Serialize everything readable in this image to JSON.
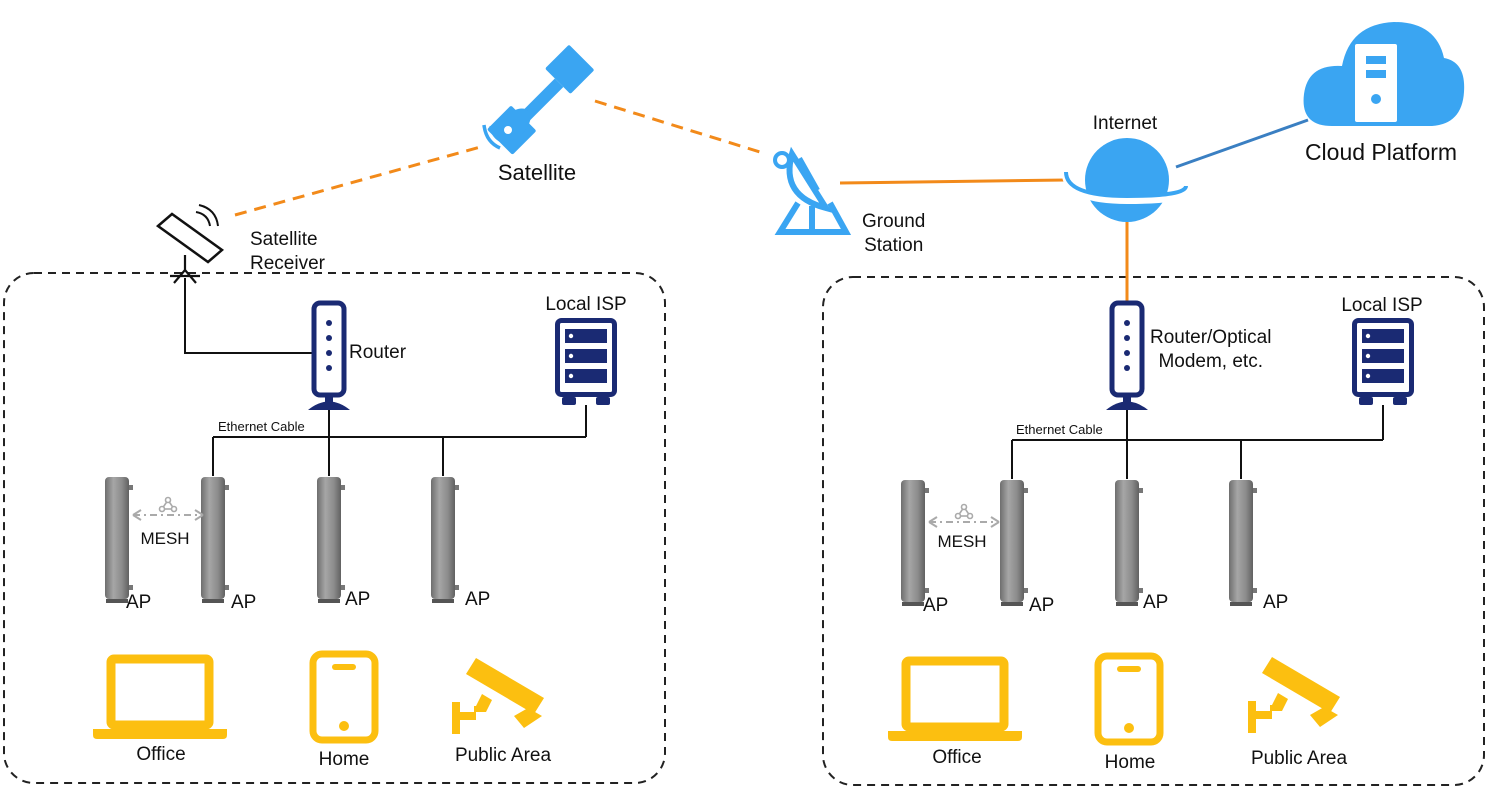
{
  "top": {
    "satellite": "Satellite",
    "satellite_receiver": [
      "Satellite",
      "Receiver"
    ],
    "ground_station": [
      "Ground",
      "Station"
    ],
    "internet": "Internet",
    "cloud_platform": "Cloud Platform"
  },
  "left_site": {
    "router": "Router",
    "local_isp": "Local ISP",
    "ethernet_cable": "Ethernet Cable",
    "mesh": "MESH",
    "aps": [
      "AP",
      "AP",
      "AP",
      "AP"
    ],
    "devices": [
      "Office",
      "Home",
      "Public Area"
    ]
  },
  "right_site": {
    "router": [
      "Router/Optical",
      "Modem, etc."
    ],
    "local_isp": "Local ISP",
    "ethernet_cable": "Ethernet Cable",
    "mesh": "MESH",
    "aps": [
      "AP",
      "AP",
      "AP",
      "AP"
    ],
    "devices": [
      "Office",
      "Home",
      "Public Area"
    ]
  },
  "colors": {
    "icon_blue": "#3aa5f2",
    "navy": "#1a2a73",
    "device_yellow": "#fcbf10",
    "wireless_link": "#f28a1a",
    "cloud_link": "#3a7fc2",
    "ap_gray": "#8c8c8c",
    "mesh_gray": "#aaaaaa"
  },
  "icons": [
    "satellite-icon",
    "satellite-dish-icon",
    "ground-station-icon",
    "globe-icon",
    "cloud-server-icon",
    "router-icon",
    "server-rack-icon",
    "access-point-icon",
    "laptop-icon",
    "smartphone-icon",
    "cctv-camera-icon"
  ]
}
